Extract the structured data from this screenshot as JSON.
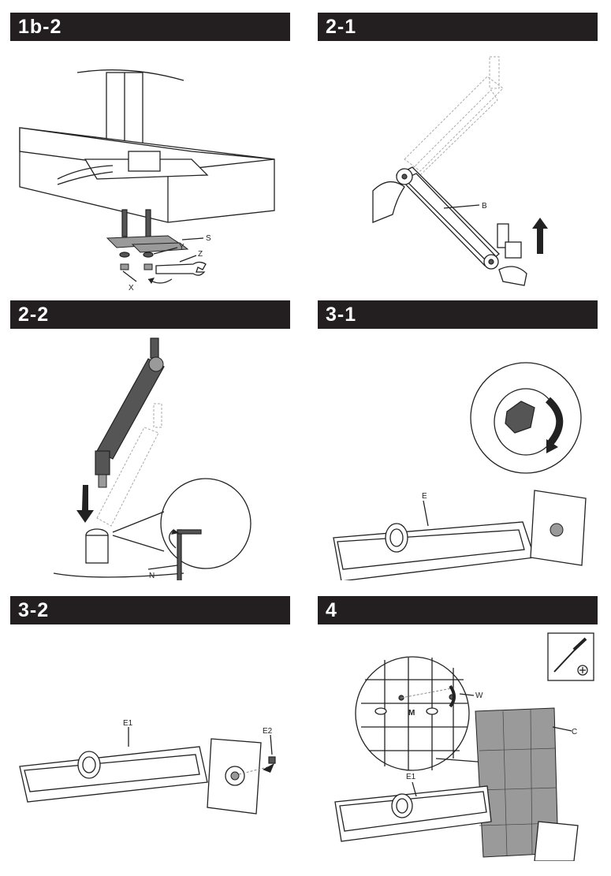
{
  "steps": [
    {
      "title": "1b-2",
      "labels": {
        "S": "S",
        "Y": "Y",
        "Z": "Z",
        "X": "X"
      }
    },
    {
      "title": "2-1",
      "labels": {
        "B": "B"
      }
    },
    {
      "title": "2-2",
      "labels": {
        "N": "N"
      }
    },
    {
      "title": "3-1",
      "labels": {
        "E": "E"
      }
    },
    {
      "title": "3-2",
      "labels": {
        "E1": "E1",
        "E2": "E2"
      }
    },
    {
      "title": "4",
      "labels": {
        "C": "C",
        "W": "W",
        "E1": "E1",
        "M": "M"
      }
    }
  ]
}
